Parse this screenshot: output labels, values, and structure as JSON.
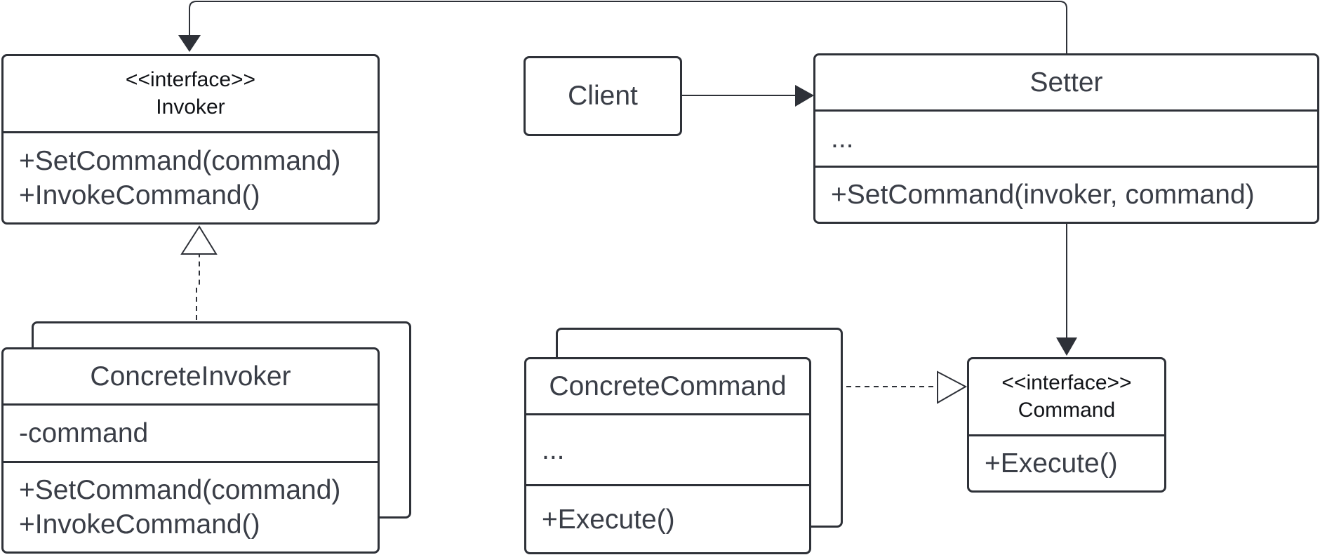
{
  "diagram": {
    "invoker": {
      "stereotype": "<<interface>>",
      "name": "Invoker",
      "methods": [
        "+SetCommand(command)",
        "+InvokeCommand()"
      ]
    },
    "client": {
      "name": "Client"
    },
    "setter": {
      "name": "Setter",
      "attributes": [
        "..."
      ],
      "methods": [
        "+SetCommand(invoker, command)"
      ]
    },
    "concrete_invoker": {
      "name": "ConcreteInvoker",
      "attributes": [
        "-command"
      ],
      "methods": [
        "+SetCommand(command)",
        "+InvokeCommand()"
      ]
    },
    "concrete_command": {
      "name": "ConcreteCommand",
      "attributes": [
        "..."
      ],
      "methods": [
        "+Execute()"
      ]
    },
    "command": {
      "stereotype": "<<interface>>",
      "name": "Command",
      "methods": [
        "+Execute()"
      ]
    },
    "colors": {
      "stroke": "#2e3138",
      "text": "#3a3e47",
      "background": "#ffffff"
    }
  }
}
